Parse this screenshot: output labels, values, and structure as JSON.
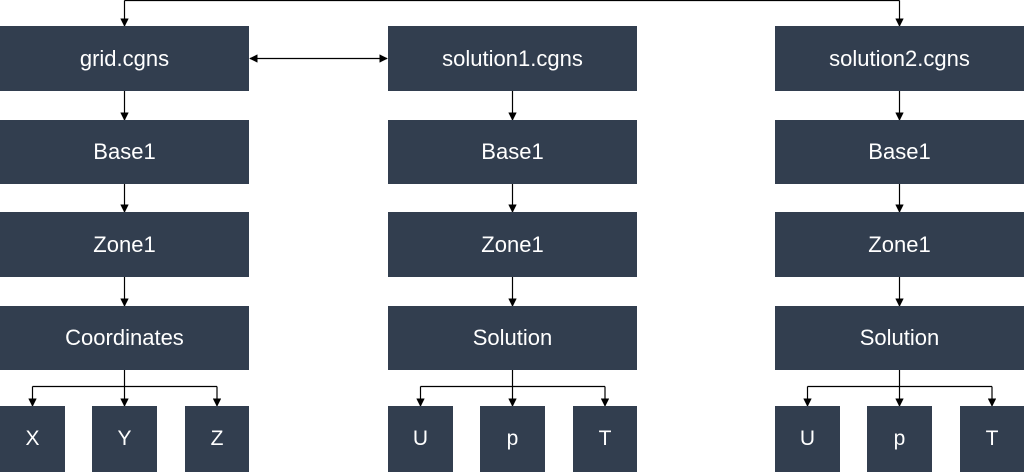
{
  "columns": [
    {
      "file": "grid.cgns",
      "base": "Base1",
      "zone": "Zone1",
      "group": "Coordinates",
      "leaves": [
        "X",
        "Y",
        "Z"
      ]
    },
    {
      "file": "solution1.cgns",
      "base": "Base1",
      "zone": "Zone1",
      "group": "Solution",
      "leaves": [
        "U",
        "p",
        "T"
      ]
    },
    {
      "file": "solution2.cgns",
      "base": "Base1",
      "zone": "Zone1",
      "group": "Solution",
      "leaves": [
        "U",
        "p",
        "T"
      ]
    }
  ],
  "colors": {
    "box_fill": "#323e4f",
    "box_text": "#ffffff",
    "connector": "#000000",
    "background": "#ffffff"
  }
}
